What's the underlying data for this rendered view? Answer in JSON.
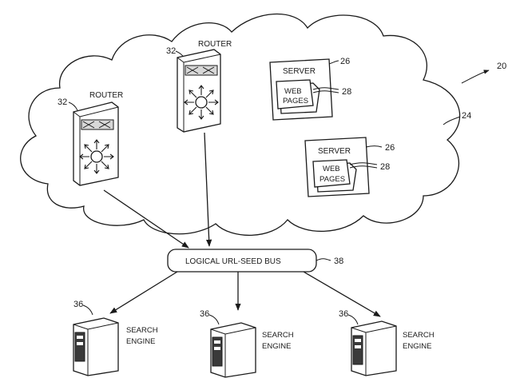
{
  "figure_number": "20",
  "network": {
    "ref": "24"
  },
  "routers": [
    {
      "label": "ROUTER",
      "ref": "32"
    },
    {
      "label": "ROUTER",
      "ref": "32"
    }
  ],
  "servers": [
    {
      "label": "SERVER",
      "pages_line1": "WEB",
      "pages_line2": "PAGES",
      "ref": "26",
      "pages_ref": "28"
    },
    {
      "label": "SERVER",
      "pages_line1": "WEB",
      "pages_line2": "PAGES",
      "ref": "26",
      "pages_ref": "28"
    }
  ],
  "bus": {
    "label": "LOGICAL URL-SEED BUS",
    "ref": "38"
  },
  "engines": [
    {
      "line1": "SEARCH",
      "line2": "ENGINE",
      "ref": "36"
    },
    {
      "line1": "SEARCH",
      "line2": "ENGINE",
      "ref": "36"
    },
    {
      "line1": "SEARCH",
      "line2": "ENGINE",
      "ref": "36"
    }
  ]
}
